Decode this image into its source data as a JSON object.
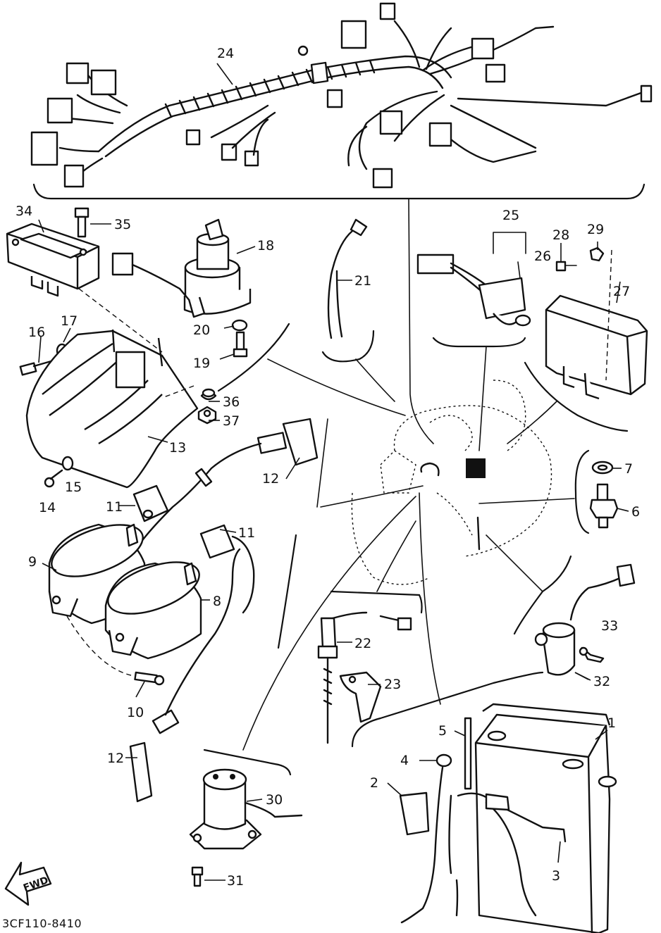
{
  "parts": [
    {
      "id": "1",
      "label": "1"
    },
    {
      "id": "2",
      "label": "2"
    },
    {
      "id": "3",
      "label": "3"
    },
    {
      "id": "4",
      "label": "4"
    },
    {
      "id": "5",
      "label": "5"
    },
    {
      "id": "6",
      "label": "6"
    },
    {
      "id": "7",
      "label": "7"
    },
    {
      "id": "8",
      "label": "8"
    },
    {
      "id": "9",
      "label": "9"
    },
    {
      "id": "10",
      "label": "10"
    },
    {
      "id": "11a",
      "label": "11"
    },
    {
      "id": "11b",
      "label": "11"
    },
    {
      "id": "12a",
      "label": "12"
    },
    {
      "id": "12b",
      "label": "12"
    },
    {
      "id": "13",
      "label": "13"
    },
    {
      "id": "14",
      "label": "14"
    },
    {
      "id": "15",
      "label": "15"
    },
    {
      "id": "16",
      "label": "16"
    },
    {
      "id": "17",
      "label": "17"
    },
    {
      "id": "18",
      "label": "18"
    },
    {
      "id": "19",
      "label": "19"
    },
    {
      "id": "20",
      "label": "20"
    },
    {
      "id": "21",
      "label": "21"
    },
    {
      "id": "22",
      "label": "22"
    },
    {
      "id": "23",
      "label": "23"
    },
    {
      "id": "24",
      "label": "24"
    },
    {
      "id": "25",
      "label": "25"
    },
    {
      "id": "26",
      "label": "26"
    },
    {
      "id": "27",
      "label": "27"
    },
    {
      "id": "28",
      "label": "28"
    },
    {
      "id": "29",
      "label": "29"
    },
    {
      "id": "30",
      "label": "30"
    },
    {
      "id": "31",
      "label": "31"
    },
    {
      "id": "32",
      "label": "32"
    },
    {
      "id": "33",
      "label": "33"
    },
    {
      "id": "34",
      "label": "34"
    },
    {
      "id": "35",
      "label": "35"
    },
    {
      "id": "36",
      "label": "36"
    },
    {
      "id": "37",
      "label": "37"
    }
  ],
  "forward_arrow": {
    "text": "FWD"
  },
  "drawing_code": "3CF110-8410"
}
